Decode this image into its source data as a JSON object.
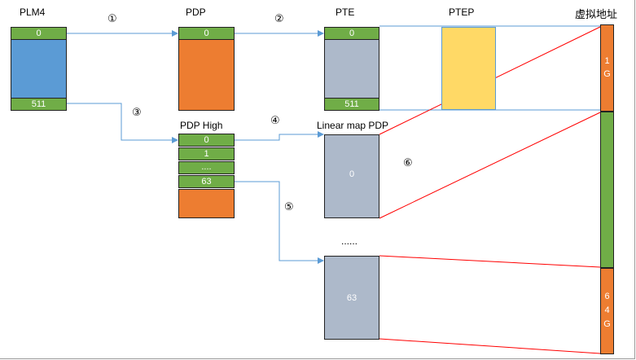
{
  "labels": {
    "plm4": "PLM4",
    "pdp": "PDP",
    "pte": "PTE",
    "ptep": "PTEP",
    "virtual_address": "虚拟地址",
    "pdp_high": "PDP High",
    "linear_map_pdp": "Linear map PDP",
    "dots": "......"
  },
  "steps": [
    "①",
    "②",
    "③",
    "④",
    "⑤",
    "⑥"
  ],
  "plm4": {
    "top": "0",
    "bottom": "511"
  },
  "pdp": {
    "top": "0"
  },
  "pte": {
    "top": "0",
    "bottom": "511"
  },
  "pdp_high": {
    "entries": [
      "0",
      "1",
      "....",
      "63"
    ]
  },
  "linear": {
    "first": "0",
    "last": "63"
  },
  "va": {
    "top_label": "1G",
    "bottom_label": "64G"
  },
  "colors": {
    "green": "#70ad47",
    "blue": "#5b9bd5",
    "orange": "#ed7d31",
    "gray": "#adb9ca",
    "yellow": "#ffd966",
    "arrow": "#5b9bd5",
    "red": "#ff0000"
  }
}
